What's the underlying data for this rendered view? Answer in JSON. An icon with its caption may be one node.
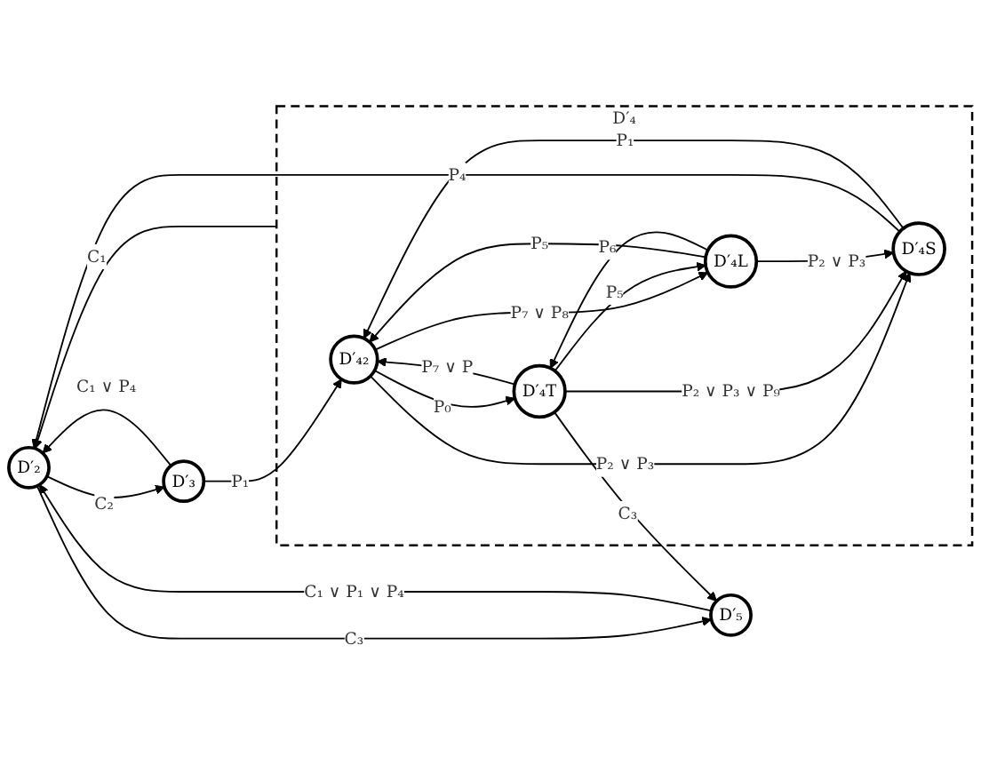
{
  "diagram": {
    "nodes": [
      {
        "text": [
          "D′₂"
        ]
      },
      {
        "text": [
          "D′₃"
        ]
      },
      {
        "text": [
          "D′₄"
        ]
      },
      {
        "text": [
          "D′₄₂"
        ],
        "in": 2
      },
      {
        "text": [
          "D′₄T"
        ],
        "in": 2
      },
      {
        "text": [
          "D′₄S"
        ],
        "in": 2
      },
      {
        "text": [
          "D′₄L"
        ],
        "in": 2
      },
      {
        "text": [
          "D′₅"
        ]
      }
    ],
    "edges": [
      {
        "from": 7,
        "to": 0,
        "arrow": "to",
        "label": "C₁ ∨ P₁ ∨ P₄"
      },
      {
        "from": 0,
        "to": 7,
        "arrow": "to",
        "label": "C₃"
      },
      {
        "from": 0,
        "to": 1,
        "arrow": "to",
        "label": "C₂"
      },
      {
        "from": 1,
        "to": 0,
        "arrow": "to",
        "label": "C₁ ∨ P₄"
      },
      {
        "from": 1,
        "to": 3,
        "arrow": "to",
        "label": "P₁"
      },
      {
        "from": 2,
        "to": 0,
        "arrow": "to",
        "label": "C₁"
      },
      {
        "from": 5,
        "to": 0,
        "arrow": "to",
        "label": "P₄"
      },
      {
        "from": 4,
        "to": 7,
        "arrow": "to",
        "label": "C₃"
      },
      {
        "from": 3,
        "to": 4,
        "arrow": "to",
        "label": "P₀"
      },
      {
        "from": 4,
        "to": 3,
        "arrow": "to",
        "label": "P₇ ∨ P"
      },
      {
        "from": 5,
        "to": 3,
        "arrow": "to",
        "label": "P₁"
      },
      {
        "from": 3,
        "to": 5,
        "arrow": "to",
        "label": "P₂ ∨ P₃"
      },
      {
        "from": 6,
        "to": 3,
        "arrow": "to",
        "label": "P₅"
      },
      {
        "from": 3,
        "to": 6,
        "arrow": "to",
        "label": "P₇ ∨ P₈"
      },
      {
        "from": 4,
        "to": 5,
        "arrow": "to",
        "label": "P₂ ∨ P₃ ∨ P₉"
      },
      {
        "from": 6,
        "to": 4,
        "arrow": "to",
        "label": "P₆"
      },
      {
        "from": 4,
        "to": 6,
        "arrow": "to",
        "label": "P₅"
      },
      {
        "from": 6,
        "to": 5,
        "arrow": "to",
        "label": "P₂ ∨ P₃"
      }
    ]
  }
}
